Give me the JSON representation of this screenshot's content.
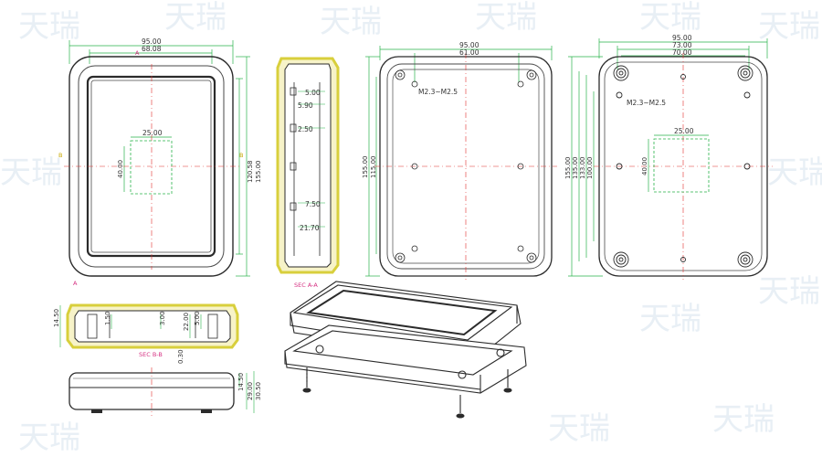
{
  "colors": {
    "outline": "#2b2b2b",
    "inner_outline": "#4a4a4a",
    "dimension_green": "#29b34a",
    "center_red": "#e0312f",
    "section_yellow": "#d8cf3c",
    "label_pink": "#d63384",
    "watermark": "#e3ecf4"
  },
  "front_view": {
    "top_dim_outer": "95.00",
    "top_dim_inner": "68.08",
    "label_top": "A",
    "label_bottom": "A",
    "label_left": "B",
    "label_right": "B",
    "window_width": "25.00",
    "window_height": "40.00",
    "right_dim_inner": "120.58",
    "right_dim_outer": "155.00"
  },
  "section_aa": {
    "title": "SEC A-A",
    "dims": [
      "5.00",
      "5.90",
      "2.50",
      "7.50",
      "21.70"
    ]
  },
  "top_inside_view": {
    "top_dim_outer": "95.00",
    "top_dim_inner": "61.00",
    "screw_note": "M2.3~M2.5",
    "left_dim_outer": "155.00",
    "left_dim_inner": "115.00"
  },
  "bottom_view": {
    "top_dim_outer": "95.00",
    "top_dim_mid": "73.00",
    "top_dim_inner": "70.00",
    "screw_note": "M2.3~M2.5",
    "window_width": "25.00",
    "window_height": "40.00",
    "left_dims": [
      "155.00",
      "135.00",
      "133.00",
      "100.00"
    ]
  },
  "section_bb": {
    "title": "SEC B-B",
    "dim_left": "14.50",
    "dim_a": "1.50",
    "dim_b": "3.00",
    "dim_c": "22.00",
    "dim_d": "5.00",
    "dim_bottom": "0.30"
  },
  "side_view": {
    "dim_a": "14.50",
    "dim_b": "29.00",
    "dim_c": "30.50"
  },
  "watermark_text": "天瑞"
}
